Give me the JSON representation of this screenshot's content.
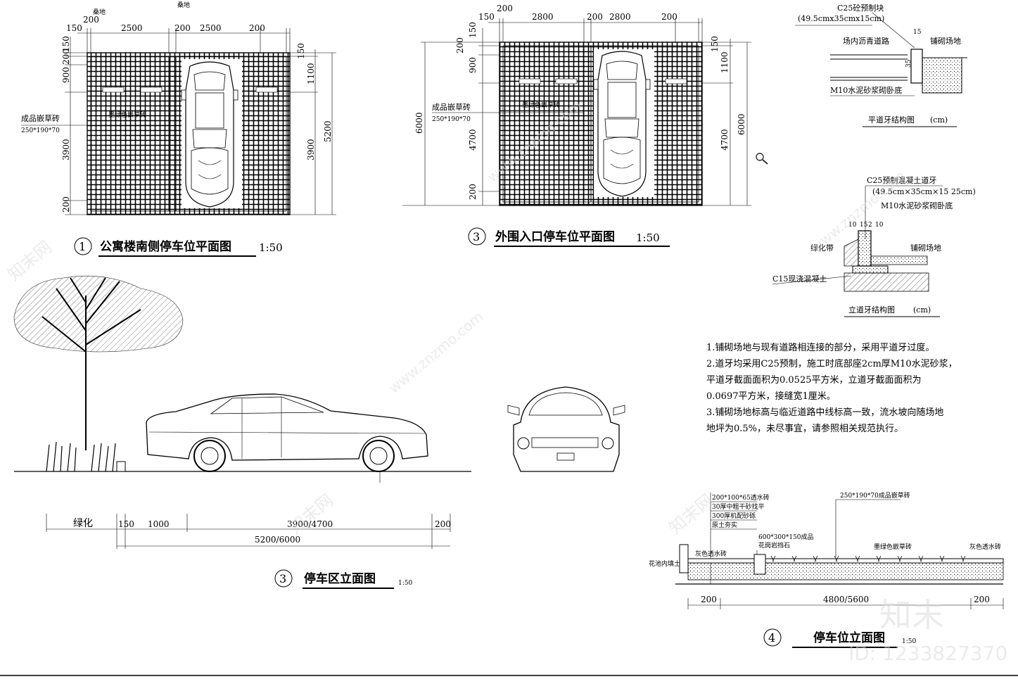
{
  "plan1": {
    "top_label": "桑地",
    "dims_top": [
      "150",
      "200",
      "2500",
      "200",
      "2500",
      "200"
    ],
    "dims_left": [
      "150",
      "200",
      "900",
      "3900",
      "200"
    ],
    "dims_right": [
      "150",
      "1100",
      "3900",
      "5200"
    ],
    "material_label": "成品嵌草砖",
    "material_size": "250*190*70",
    "fill_label": "墨绿色嵌草砖",
    "number": "1",
    "title": "公寓楼南侧停车位平面图",
    "scale": "1:50"
  },
  "plan3": {
    "dims_top": [
      "150",
      "200",
      "2800",
      "200",
      "2800",
      "200"
    ],
    "dims_left": [
      "150",
      "200",
      "900",
      "4700",
      "6000",
      "200"
    ],
    "dims_right": [
      "150",
      "1100",
      "4700",
      "6000"
    ],
    "material_label": "成品嵌草砖",
    "material_size": "250*190*70",
    "fill_label": "墨绿色嵌草砖",
    "number": "3",
    "title": "外围入口停车位平面图",
    "scale": "1:50"
  },
  "curb_flat": {
    "header": "C25砼预制块",
    "header_size": "(49.5cmx35cmx15cm)",
    "label_road": "场内沥青道路",
    "label_pave": "铺砌场地",
    "label_mortar": "M10水泥砂浆砌卧底",
    "dim_15": "15",
    "dim_35": "35",
    "title": "平道牙结构图",
    "unit": "(cm)"
  },
  "curb_upright": {
    "header": "C25预制混凝土道牙",
    "header_size": "(49.5cm×35cm×15 25cm)",
    "label_mortar": "M10水泥砂浆砌卧底",
    "label_green": "绿化带",
    "label_pave": "铺砌场地",
    "label_concrete": "C15现浇混凝土",
    "dims": [
      "10",
      "15",
      "2",
      "10"
    ],
    "title": "立道牙结构图",
    "unit": "(cm)"
  },
  "notes": [
    "1.铺砌场地与现有道路相连接的部分，采用平道牙过度。",
    "2.道牙均采用C25预制，施工时底部座2cm厚M10水泥砂浆，",
    "平道牙截面面积为0.0525平方米，立道牙截面面积为",
    "0.0697平方米，接缝宽1厘米。",
    "3.铺砌场地标高与临近道路中线标高一致，流水坡向随场地",
    "地坪为0.5%，未尽事宜，请参照相关规范执行。"
  ],
  "elev3": {
    "dims_upper": [
      "绿化",
      "150",
      "1000",
      "3900/4700",
      "200"
    ],
    "dim_lower": "5200/6000",
    "number": "3",
    "title": "停车区立面图",
    "scale": "1:50"
  },
  "elev4": {
    "layers": [
      "200*100*65透水砖",
      "30厚中粗干砂找平",
      "300厚机配砂砾",
      "原土夯实"
    ],
    "kerb_label": "600*300*150成品",
    "kerb_label2": "花岗岩挡石",
    "grass_label": "250*190*70成品嵌草砖",
    "left_brick": "灰色透水砖",
    "mid_grass": "墨绿色嵌草砖",
    "right_brick": "灰色透水砖",
    "left_edge": "花池内填土",
    "dims": [
      "200",
      "4800/5600",
      "200"
    ],
    "number": "4",
    "title": "停车位立面图",
    "scale": "1:50"
  },
  "watermark": {
    "brand": "知末",
    "id": "ID: 1233827370",
    "url": "www.znzmo.com",
    "logo": "知末网"
  }
}
